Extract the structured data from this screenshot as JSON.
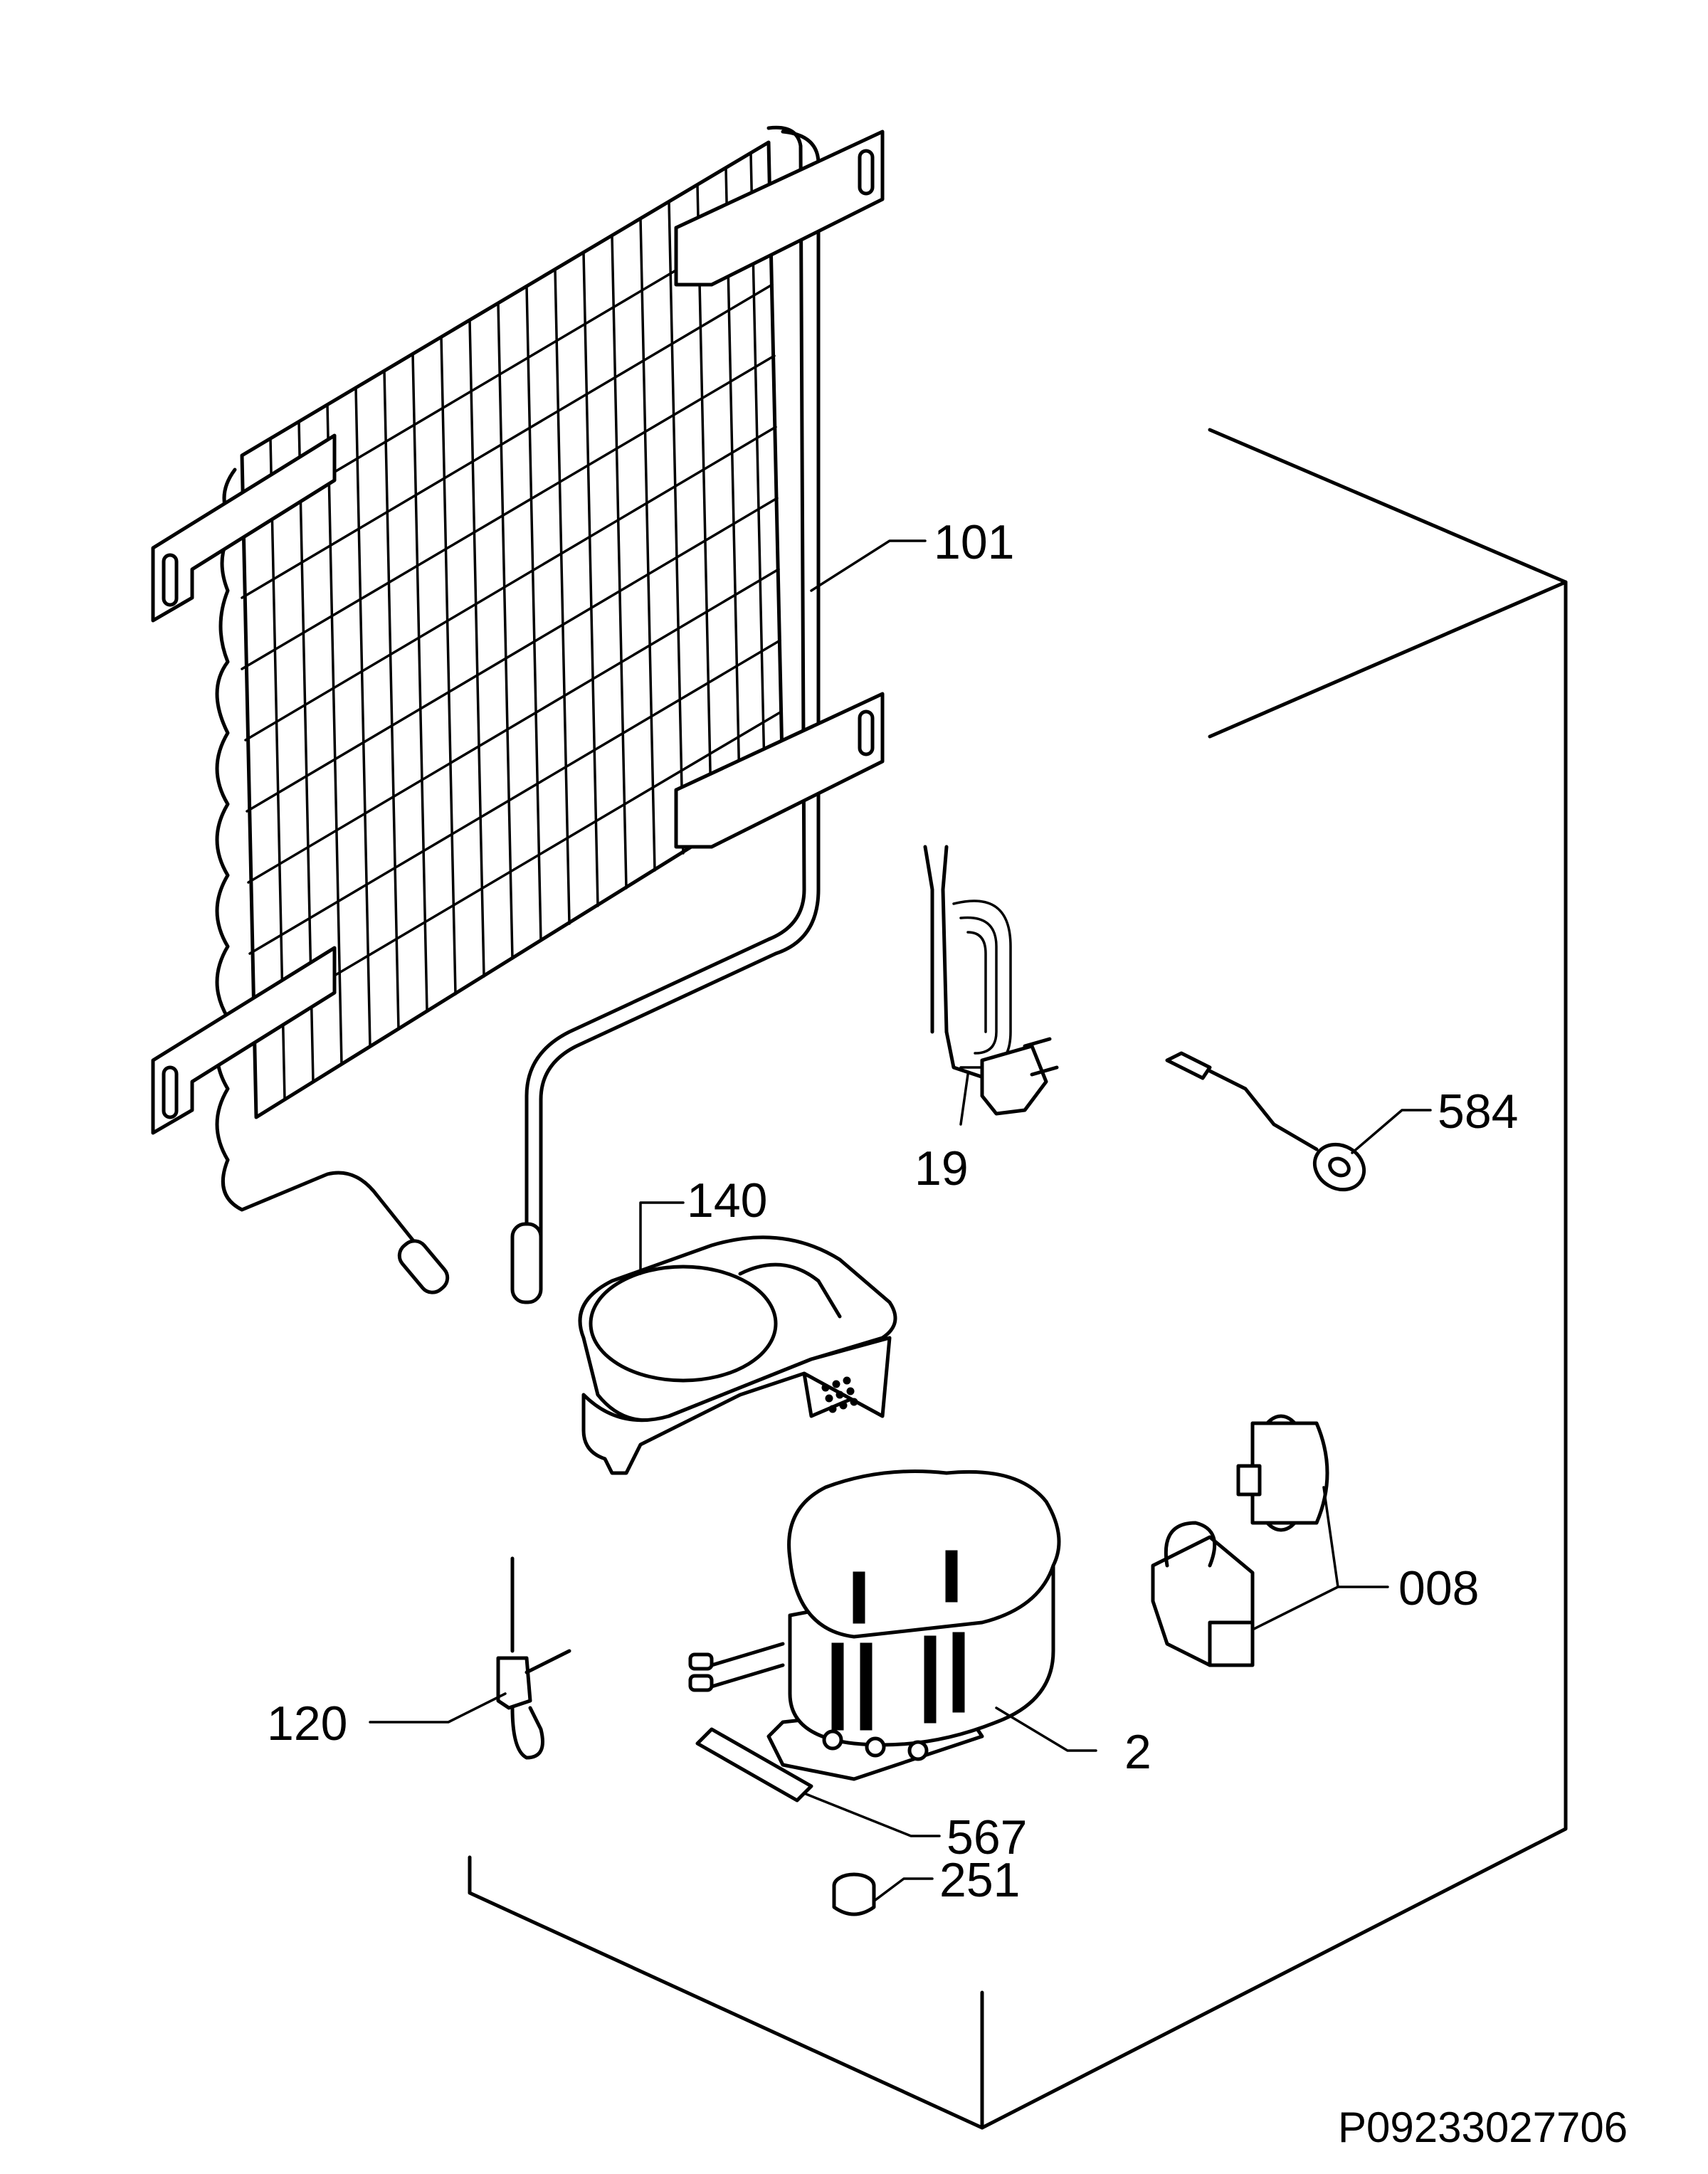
{
  "labels": {
    "condenser": "101",
    "power_cord": "19",
    "thermostat_sensor": "584",
    "drip_tray": "140",
    "start_relay": "008",
    "drier_filter": "120",
    "compressor": "2",
    "mounting_bracket": "567",
    "rubber_grommet": "251"
  },
  "drawing_code": "P09233027706"
}
